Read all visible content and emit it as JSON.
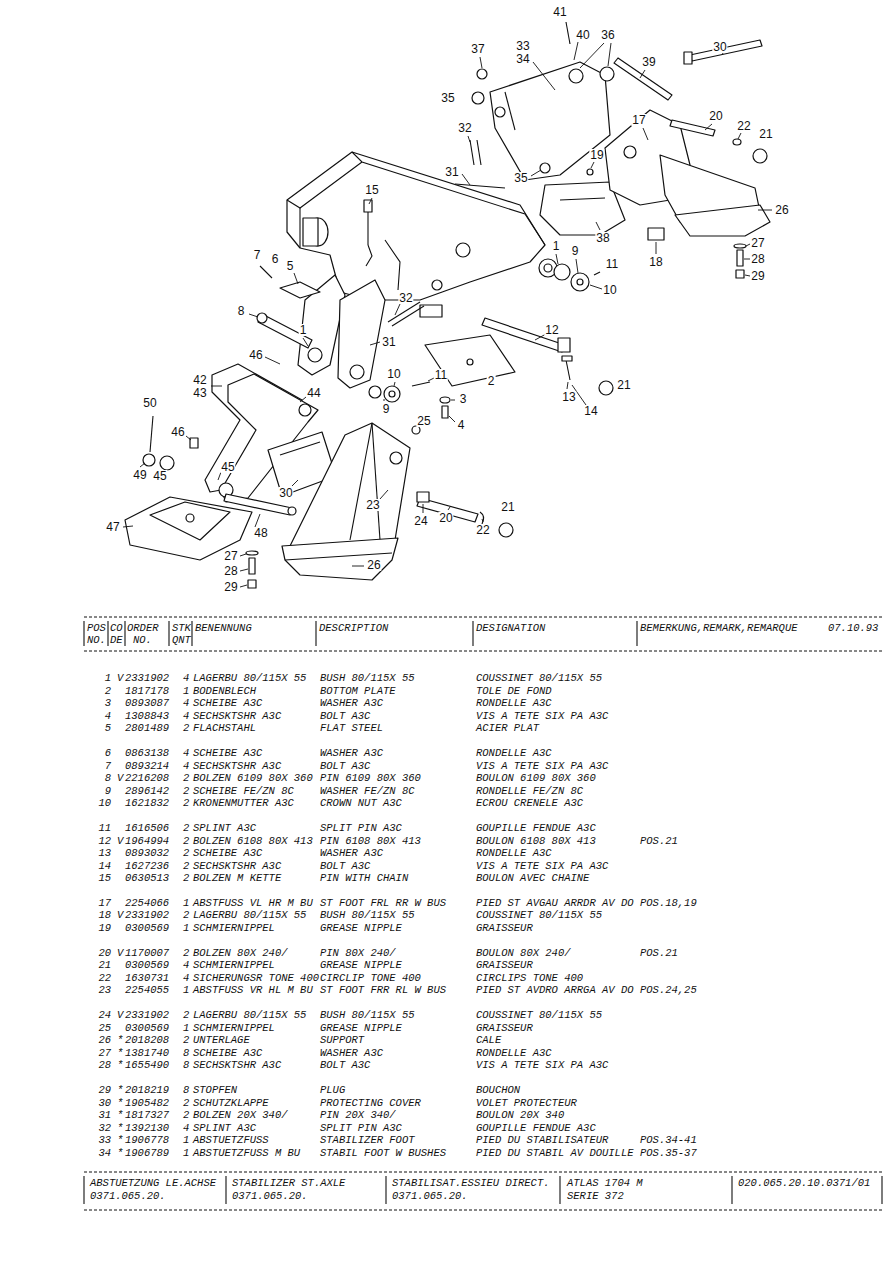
{
  "diagram": {
    "labels": [
      "41",
      "40",
      "36",
      "30",
      "37",
      "33",
      "34",
      "39",
      "35",
      "32",
      "20",
      "22",
      "21",
      "17",
      "31",
      "15",
      "35",
      "19",
      "26",
      "38",
      "1",
      "9",
      "11",
      "18",
      "27",
      "28",
      "29",
      "10",
      "7",
      "6",
      "5",
      "12",
      "32",
      "8",
      "1",
      "31",
      "46",
      "10",
      "11",
      "21",
      "2",
      "13",
      "14",
      "42",
      "43",
      "44",
      "9",
      "3",
      "4",
      "25",
      "50",
      "46",
      "49",
      "45",
      "45",
      "30",
      "23",
      "24",
      "20",
      "22",
      "21",
      "47",
      "48",
      "27",
      "28",
      "29",
      "26",
      "POS",
      "CO",
      "ORDER",
      "STK",
      "BENENNUNG",
      "DESCRIPTION",
      "DESIGNATION",
      "BEMERKUNG,REMARK,REMARQUE",
      "07.10.93",
      "NO.",
      "DE",
      "NO.",
      "QNT",
      "1",
      "V",
      "2331902",
      "4",
      "LAGERBU 80/115X 55",
      "BUSH 80/115X 55",
      "COUSSINET 80/115X 55",
      "2",
      "1817178",
      "1",
      "BODENBLECH",
      "BOTTOM PLATE",
      "TOLE DE FOND",
      "3",
      "0893087",
      "4",
      "SCHEIBE A3C",
      "WASHER A3C",
      "RONDELLE A3C",
      "4",
      "1308843",
      "4",
      "SECHSKTSHR A3C",
      "BOLT A3C",
      "VIS A TETE SIX PA A3C",
      "5",
      "2801489",
      "2",
      "FLACHSTAHL",
      "FLAT STEEL",
      "ACIER PLAT",
      "6",
      "0863138",
      "4",
      "SCHEIBE A3C",
      "WASHER A3C",
      "RONDELLE A3C",
      "7",
      "0893214",
      "4",
      "SECHSKTSHR A3C",
      "BOLT A3C",
      "VIS A TETE SIX PA A3C",
      "8",
      "V",
      "2216208",
      "2",
      "BOLZEN 6109 80X 360",
      "PIN 6109 80X 360",
      "BOULON 6109 80X 360",
      "9",
      "2896142",
      "2",
      "SCHEIBE FE/ZN 8C",
      "WASHER FE/ZN 8C",
      "RONDELLE FE/ZN 8C",
      "10",
      "1621832",
      "2",
      "KRONENMUTTER A3C",
      "CROWN NUT A3C",
      "ECROU CRENELE A3C",
      "11",
      "1616506",
      "2",
      "SPLINT A3C",
      "SPLIT PIN A3C",
      "GOUPILLE FENDUE A3C",
      "12",
      "V",
      "1964994",
      "2",
      "BOLZEN 6108 80X 413",
      "PIN 6108 80X 413",
      "BOULON 6108 80X 413",
      "POS.21",
      "13",
      "0893032",
      "2",
      "SCHEIBE A3C",
      "WASHER A3C",
      "RONDELLE A3C",
      "14",
      "1627236",
      "2",
      "SECHSKTSHR A3C",
      "BOLT A3C",
      "VIS A TETE SIX PA A3C",
      "15",
      "0630513",
      "2",
      "BOLZEN M KETTE",
      "PIN WITH CHAIN",
      "BOULON AVEC CHAINE",
      "17",
      "2254066",
      "1",
      "ABSTFUSS VL HR M BU",
      "ST FOOT FRL RR W BUS",
      "PIED ST AVGAU ARRDR AV DO",
      "POS.18,19",
      "18",
      "V",
      "2331902",
      "2",
      "LAGERBU 80/115X 55",
      "BUSH 80/115X 55",
      "COUSSINET 80/115X 55",
      "19",
      "0300569",
      "1",
      "SCHMIERNIPPEL",
      "GREASE NIPPLE",
      "GRAISSEUR",
      "20",
      "V",
      "1170007",
      "2",
      "BOLZEN 80X 240/",
      "PIN 80X 240/",
      "BOULON 80X 240/",
      "POS.21",
      "21",
      "0300569",
      "4",
      "SCHMIERNIPPEL",
      "GREASE NIPPLE",
      "GRAISSEUR",
      "22",
      "1630731",
      "4",
      "SICHERUNGSR TONE 400",
      "CIRCLIP TONE 400",
      "CIRCLIPS TONE 400",
      "23",
      "2254055",
      "1",
      "ABSTFUSS VR HL M BU",
      "ST FOOT FRR RL W BUS",
      "PIED ST AVDRO ARRGA AV DO",
      "POS.24,25",
      "24",
      "V",
      "2331902",
      "2",
      "LAGERBU 80/115X 55",
      "BUSH 80/115X 55",
      "COUSSINET 80/115X 55",
      "25",
      "0300569",
      "1",
      "SCHMIERNIPPEL",
      "GREASE NIPPLE",
      "GRAISSEUR",
      "26",
      "*",
      "2018208",
      "2",
      "UNTERLAGE",
      "SUPPORT",
      "CALE",
      "27",
      "*",
      "1381740",
      "8",
      "SCHEIBE A3C",
      "WASHER A3C",
      "RONDELLE A3C",
      "28",
      "*",
      "1655490",
      "8",
      "SECHSKTSHR A3C",
      "BOLT A3C",
      "VIS A TETE SIX PA A3C",
      "29",
      "*",
      "2018219",
      "8",
      "STOPFEN",
      "PLUG",
      "BOUCHON",
      "30",
      "*",
      "1905482",
      "2",
      "SCHUTZKLAPPE",
      "PROTECTING COVER",
      "VOLET PROTECTEUR",
      "31",
      "*",
      "1817327",
      "2",
      "BOLZEN 20X 340/",
      "PIN 20X 340/",
      "BOULON 20X 340",
      "32",
      "*",
      "1392130",
      "4",
      "SPLINT A3C",
      "SPLIT PIN A3C",
      "GOUPILLE FENDUE A3C",
      "33",
      "*",
      "1906778",
      "1",
      "ABSTUETZFUSS",
      "STABILIZER FOOT",
      "PIED DU STABILISATEUR",
      "POS.34-41",
      "34",
      "*",
      "1906789",
      "1",
      "ABSTUETZFUSS M BU",
      "STABIL FOOT W BUSHES",
      "PIED DU STABIL AV DOUILLE",
      "POS.35-37",
      "ABSTUETZUNG LE.ACHSE",
      "0371.065.20.",
      "STABILIZER ST.AXLE",
      "0371.065.20.",
      "STABILISAT.ESSIEU DIRECT.",
      "0371.065.20.",
      "ATLAS 1704 M",
      "SERIE 372",
      "020.065.20.10.0371/01"
    ]
  }
}
